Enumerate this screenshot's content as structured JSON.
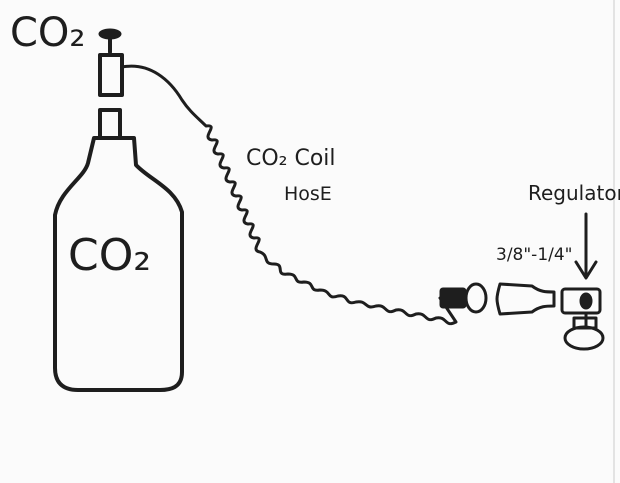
{
  "labels": {
    "top_co2": "CO₂",
    "tank_co2": "CO₂",
    "hose_line1": "CO₂ Coil",
    "hose_line2": "HosE",
    "regulator": "Regulator",
    "fitting_size": "3/8\"-1/4\""
  },
  "colors": {
    "ink": "#1e1e1e",
    "paper": "#fbfbfb"
  }
}
